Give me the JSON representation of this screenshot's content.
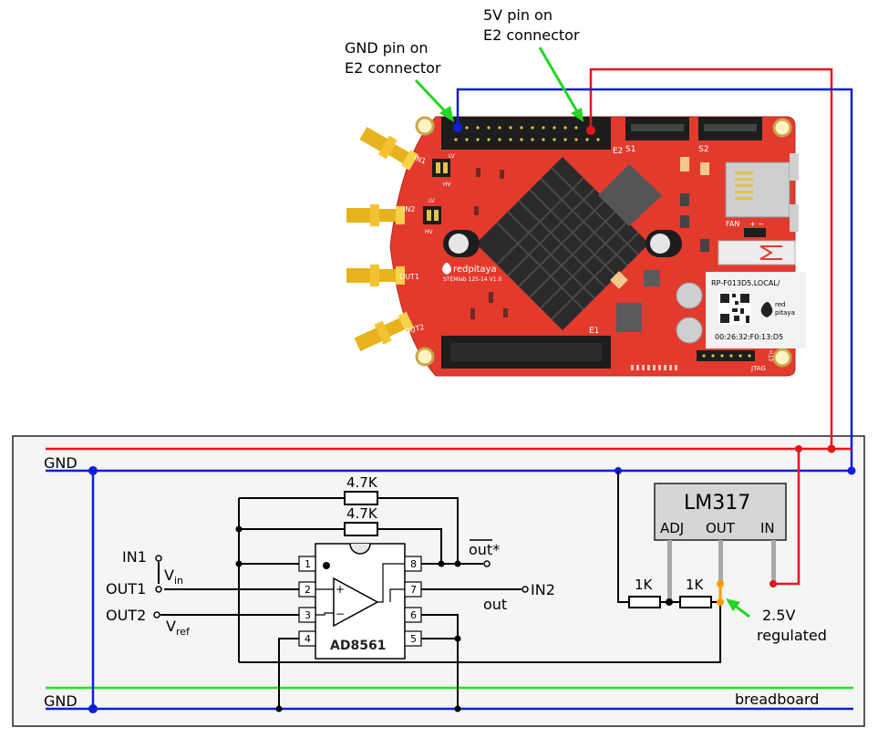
{
  "colors": {
    "red_wire": "#e8141b",
    "blue_wire": "#0f1fd8",
    "green_wire": "#1ee61e",
    "pointer_green": "#22d622",
    "board_red": "#e23b2e",
    "heatsink": "#2a2a2a",
    "regulator_body": "#d6d6d6",
    "breadboard_bg": "#f5f5f5",
    "orange_node": "#ff9a00"
  },
  "annotations": {
    "gnd_pin_line1": "GND pin on",
    "gnd_pin_line2": "E2 connector",
    "fivev_pin_line1": "5V pin on",
    "fivev_pin_line2": "E2 connector",
    "regulated_line1": "2.5V",
    "regulated_line2": "regulated"
  },
  "board": {
    "conn_e2": "E2",
    "conn_e1": "E1",
    "sata_s1": "S1",
    "sata_s2": "S2",
    "port_in1": "IN1",
    "port_in2": "IN2",
    "port_out1": "OUT1",
    "port_out2": "OUT2",
    "jumper_lv": "LV",
    "jumper_hv": "HV",
    "fan": "FAN",
    "fan_polarity": "+ −",
    "brand": "redpitaya",
    "model": "STEMlab 125-14 V1.0",
    "hostname": "RP-F013D5.LOCAL/",
    "mac": "00:26:32:F0:13:D5",
    "sticker_brand1": "red",
    "sticker_brand2": "pitaya",
    "jtag": "JTAG",
    "eth": "ETH"
  },
  "breadboard": {
    "gnd_top": "GND",
    "gnd_bottom": "GND",
    "label": "breadboard"
  },
  "circuit": {
    "resistor_top": "4.7K",
    "resistor_mid": "4.7K",
    "resistor_1k_left": "1K",
    "resistor_1k_right": "1K",
    "regulator_name": "LM317",
    "reg_adj": "ADJ",
    "reg_out": "OUT",
    "reg_in": "IN",
    "chip_name": "AD8561",
    "pins_left": [
      "1",
      "2",
      "3",
      "4"
    ],
    "pins_right": [
      "8",
      "7",
      "6",
      "5"
    ],
    "opamp_plus": "+",
    "opamp_minus": "−",
    "in1": "IN1",
    "out1": "OUT1",
    "out2": "OUT2",
    "in2": "IN2",
    "vin_main": "V",
    "vin_sub": "in",
    "vref_main": "V",
    "vref_sub": "ref",
    "out_label": "out",
    "out_star": "out*"
  }
}
